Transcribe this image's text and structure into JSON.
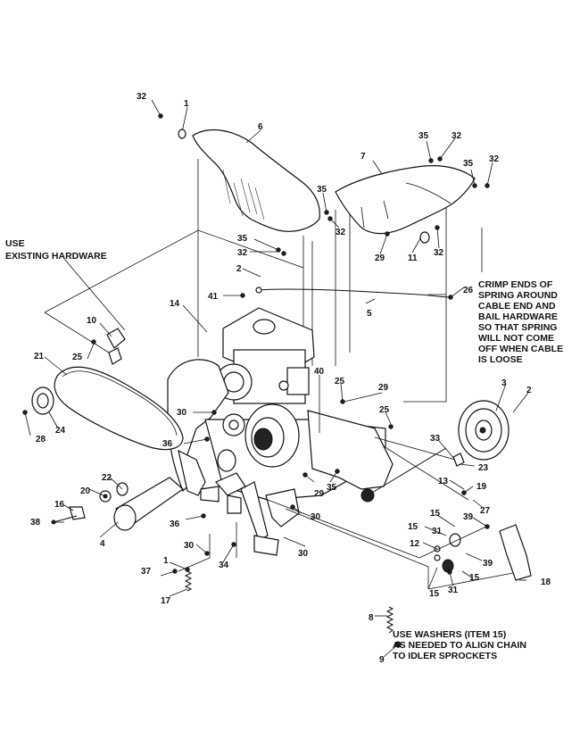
{
  "notes": {
    "use_existing_line1": "USE",
    "use_existing_line2": "EXISTING HARDWARE",
    "crimp_line1": "CRIMP ENDS OF",
    "crimp_line2": "SPRING AROUND",
    "crimp_line3": "CABLE END AND",
    "crimp_line4": "BAIL HARDWARE",
    "crimp_line5": "SO THAT SPRING",
    "crimp_line6": "WILL NOT COME",
    "crimp_line7": "OFF WHEN CABLE",
    "crimp_line8": "IS LOOSE",
    "washers_line1": "USE WASHERS (ITEM 15)",
    "washers_line2": "AS NEEDED TO ALIGN CHAIN",
    "washers_line3": "TO IDLER SPROCKETS"
  },
  "callouts": [
    {
      "id": "c32a",
      "label": "32"
    },
    {
      "id": "c1a",
      "label": "1"
    },
    {
      "id": "c6",
      "label": "6"
    },
    {
      "id": "c35a",
      "label": "35"
    },
    {
      "id": "c32b",
      "label": "32"
    },
    {
      "id": "c7",
      "label": "7"
    },
    {
      "id": "c35b",
      "label": "35"
    },
    {
      "id": "c32c",
      "label": "32"
    },
    {
      "id": "c35c",
      "label": "35"
    },
    {
      "id": "c32d",
      "label": "32"
    },
    {
      "id": "c35d",
      "label": "35"
    },
    {
      "id": "c32e",
      "label": "32"
    },
    {
      "id": "c29a",
      "label": "29"
    },
    {
      "id": "c11",
      "label": "11"
    },
    {
      "id": "c32f",
      "label": "32"
    },
    {
      "id": "c2a",
      "label": "2"
    },
    {
      "id": "c41",
      "label": "41"
    },
    {
      "id": "c26",
      "label": "26"
    },
    {
      "id": "c5",
      "label": "5"
    },
    {
      "id": "c14",
      "label": "14"
    },
    {
      "id": "c10",
      "label": "10"
    },
    {
      "id": "c25a",
      "label": "25"
    },
    {
      "id": "c21",
      "label": "21"
    },
    {
      "id": "c40",
      "label": "40"
    },
    {
      "id": "c25b",
      "label": "25"
    },
    {
      "id": "c29b",
      "label": "29"
    },
    {
      "id": "c3",
      "label": "3"
    },
    {
      "id": "c2b",
      "label": "2"
    },
    {
      "id": "c25c",
      "label": "25"
    },
    {
      "id": "c30a",
      "label": "30"
    },
    {
      "id": "c24",
      "label": "24"
    },
    {
      "id": "c28",
      "label": "28"
    },
    {
      "id": "c36a",
      "label": "36"
    },
    {
      "id": "c33",
      "label": "33"
    },
    {
      "id": "c23",
      "label": "23"
    },
    {
      "id": "c22",
      "label": "22"
    },
    {
      "id": "c20",
      "label": "20"
    },
    {
      "id": "c29c",
      "label": "29"
    },
    {
      "id": "c35e",
      "label": "35"
    },
    {
      "id": "c13",
      "label": "13"
    },
    {
      "id": "c19",
      "label": "19"
    },
    {
      "id": "c16",
      "label": "16"
    },
    {
      "id": "c38",
      "label": "38"
    },
    {
      "id": "c36b",
      "label": "36"
    },
    {
      "id": "c30b",
      "label": "30"
    },
    {
      "id": "c27",
      "label": "27"
    },
    {
      "id": "c4",
      "label": "4"
    },
    {
      "id": "c15a",
      "label": "15"
    },
    {
      "id": "c39a",
      "label": "39"
    },
    {
      "id": "c15b",
      "label": "15"
    },
    {
      "id": "c31a",
      "label": "31"
    },
    {
      "id": "c30c",
      "label": "30"
    },
    {
      "id": "c12",
      "label": "12"
    },
    {
      "id": "c30d",
      "label": "30"
    },
    {
      "id": "c39b",
      "label": "39"
    },
    {
      "id": "c1b",
      "label": "1"
    },
    {
      "id": "c34",
      "label": "34"
    },
    {
      "id": "c37",
      "label": "37"
    },
    {
      "id": "c15c",
      "label": "15"
    },
    {
      "id": "c15d",
      "label": "15"
    },
    {
      "id": "c31b",
      "label": "31"
    },
    {
      "id": "c17",
      "label": "17"
    },
    {
      "id": "c18",
      "label": "18"
    },
    {
      "id": "c8",
      "label": "8"
    },
    {
      "id": "c9",
      "label": "9"
    }
  ]
}
